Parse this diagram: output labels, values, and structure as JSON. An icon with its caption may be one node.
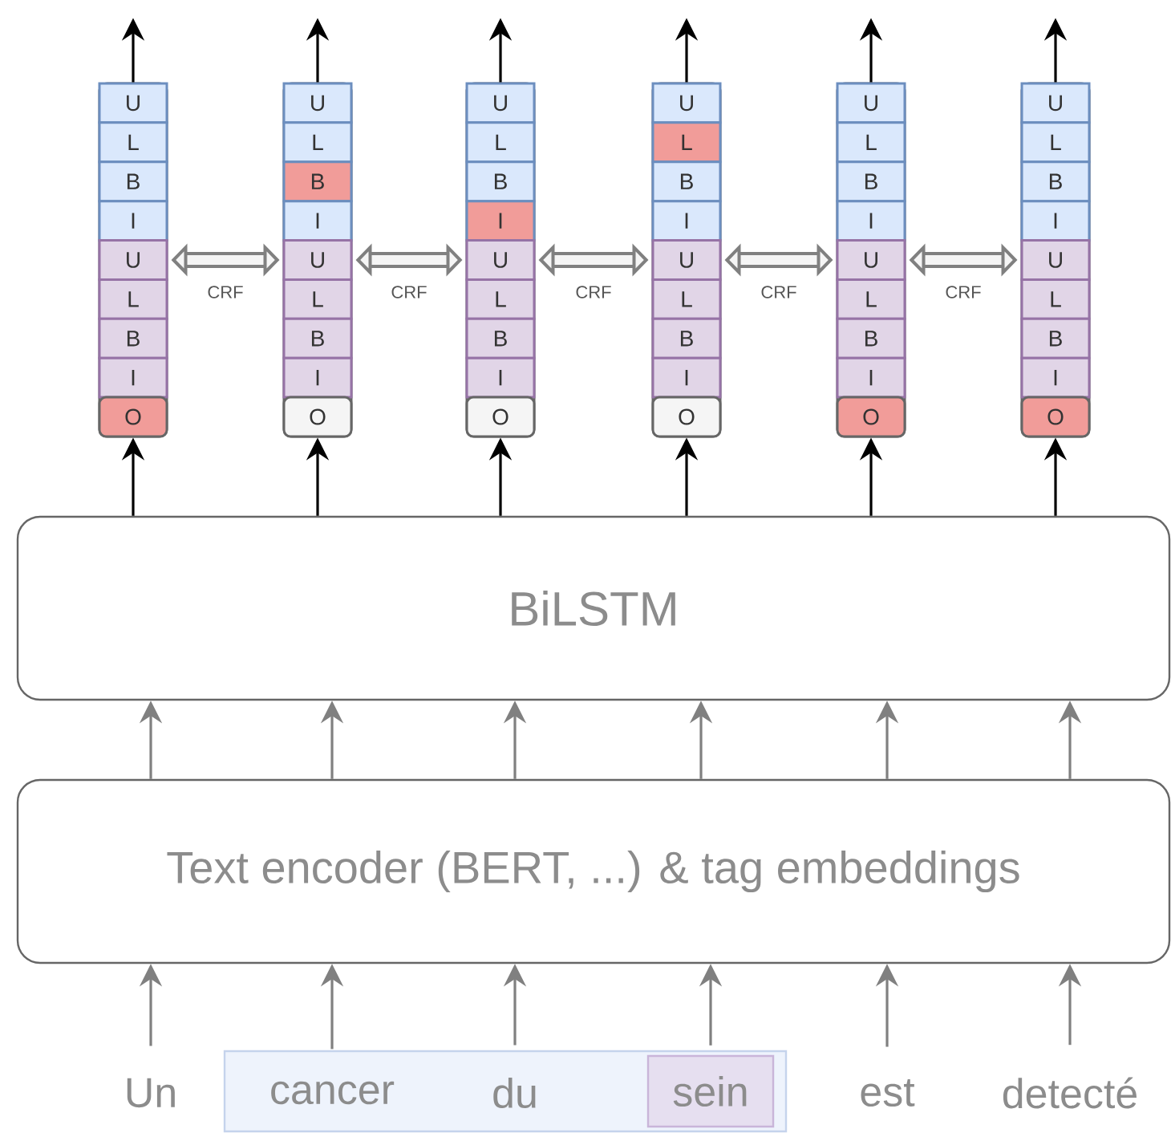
{
  "diagram": {
    "nodes": [
      {
        "text": [],
        "shape": "bar"
      },
      {
        "text": [
          "U"
        ],
        "in": 0
      },
      {
        "text": [
          "L"
        ],
        "in": 0
      },
      {
        "text": [
          "B"
        ],
        "in": 0
      },
      {
        "text": [
          "I"
        ],
        "in": 0
      },
      {
        "text": [
          "U"
        ],
        "in": 0
      },
      {
        "text": [
          "L"
        ],
        "in": 0
      },
      {
        "text": [
          "B"
        ],
        "in": 0
      },
      {
        "text": [
          "I"
        ],
        "in": 0
      },
      {
        "text": [
          "O"
        ],
        "in": 0
      },
      {
        "text": [],
        "shape": "bar"
      },
      {
        "text": [
          "U"
        ],
        "in": 10
      },
      {
        "text": [
          "L"
        ],
        "in": 10
      },
      {
        "text": [
          "B"
        ],
        "in": 10
      },
      {
        "text": [
          "I"
        ],
        "in": 10
      },
      {
        "text": [
          "U"
        ],
        "in": 10
      },
      {
        "text": [
          "L"
        ],
        "in": 10
      },
      {
        "text": [
          "B"
        ],
        "in": 10
      },
      {
        "text": [
          "I"
        ],
        "in": 10
      },
      {
        "text": [
          "O"
        ],
        "in": 10
      },
      {
        "text": [],
        "shape": "bar"
      },
      {
        "text": [
          "U"
        ],
        "in": 20
      },
      {
        "text": [
          "L"
        ],
        "in": 20
      },
      {
        "text": [
          "B"
        ],
        "in": 20
      },
      {
        "text": [
          "I"
        ],
        "in": 20
      },
      {
        "text": [
          "U"
        ],
        "in": 20
      },
      {
        "text": [
          "L"
        ],
        "in": 20
      },
      {
        "text": [
          "B"
        ],
        "in": 20
      },
      {
        "text": [
          "I"
        ],
        "in": 20
      },
      {
        "text": [
          "O"
        ],
        "in": 20
      },
      {
        "text": [],
        "shape": "bar"
      },
      {
        "text": [
          "U"
        ],
        "in": 30
      },
      {
        "text": [
          "L"
        ],
        "in": 30
      },
      {
        "text": [
          "B"
        ],
        "in": 30
      },
      {
        "text": [
          "I"
        ],
        "in": 30
      },
      {
        "text": [
          "U"
        ],
        "in": 30
      },
      {
        "text": [
          "L"
        ],
        "in": 30
      },
      {
        "text": [
          "B"
        ],
        "in": 30
      },
      {
        "text": [
          "I"
        ],
        "in": 30
      },
      {
        "text": [
          "O"
        ],
        "in": 30
      },
      {
        "text": [],
        "shape": "bar"
      },
      {
        "text": [
          "U"
        ],
        "in": 40
      },
      {
        "text": [
          "L"
        ],
        "in": 40
      },
      {
        "text": [
          "B"
        ],
        "in": 40
      },
      {
        "text": [
          "I"
        ],
        "in": 40
      },
      {
        "text": [
          "U"
        ],
        "in": 40
      },
      {
        "text": [
          "L"
        ],
        "in": 40
      },
      {
        "text": [
          "B"
        ],
        "in": 40
      },
      {
        "text": [
          "I"
        ],
        "in": 40
      },
      {
        "text": [
          "O"
        ],
        "in": 40
      },
      {
        "text": [],
        "shape": "bar"
      },
      {
        "text": [
          "U"
        ],
        "in": 50
      },
      {
        "text": [
          "L"
        ],
        "in": 50
      },
      {
        "text": [
          "B"
        ],
        "in": 50
      },
      {
        "text": [
          "I"
        ],
        "in": 50
      },
      {
        "text": [
          "U"
        ],
        "in": 50
      },
      {
        "text": [
          "L"
        ],
        "in": 50
      },
      {
        "text": [
          "B"
        ],
        "in": 50
      },
      {
        "text": [
          "I"
        ],
        "in": 50
      },
      {
        "text": [
          "O"
        ],
        "in": 50
      },
      {
        "text": [
          "BiLSTM"
        ]
      },
      {
        "text": [
          "Text encoder (BERT, ...) & tag embeddings"
        ]
      },
      {
        "text": [
          "Un"
        ]
      },
      {
        "text": [],
        "shape": "box"
      },
      {
        "text": [
          "cancer"
        ],
        "in": 63
      },
      {
        "text": [
          "du"
        ],
        "in": 63
      },
      {
        "text": [
          "sein"
        ],
        "in": 63
      },
      {
        "text": [
          "est"
        ]
      },
      {
        "text": [
          "detecté"
        ]
      }
    ],
    "edges": [
      {
        "from": 0,
        "to": null,
        "arrow": "to",
        "color": "#000000"
      },
      {
        "from": 10,
        "to": null,
        "arrow": "to",
        "color": "#000000"
      },
      {
        "from": 20,
        "to": null,
        "arrow": "to",
        "color": "#000000"
      },
      {
        "from": 30,
        "to": null,
        "arrow": "to",
        "color": "#000000"
      },
      {
        "from": 40,
        "to": null,
        "arrow": "to",
        "color": "#000000"
      },
      {
        "from": 50,
        "to": null,
        "arrow": "to",
        "color": "#000000"
      },
      {
        "from": 60,
        "to": 0,
        "arrow": "to",
        "color": "#000000"
      },
      {
        "from": 60,
        "to": 10,
        "arrow": "to",
        "color": "#000000"
      },
      {
        "from": 60,
        "to": 20,
        "arrow": "to",
        "color": "#000000"
      },
      {
        "from": 60,
        "to": 30,
        "arrow": "to",
        "color": "#000000"
      },
      {
        "from": 60,
        "to": 40,
        "arrow": "to",
        "color": "#000000"
      },
      {
        "from": 60,
        "to": 50,
        "arrow": "to",
        "color": "#000000"
      },
      {
        "from": 0,
        "to": 10,
        "arrow": "both",
        "label": "CRF",
        "style": "thick"
      },
      {
        "from": 10,
        "to": 20,
        "arrow": "both",
        "label": "CRF",
        "style": "thick"
      },
      {
        "from": 20,
        "to": 30,
        "arrow": "both",
        "label": "CRF",
        "style": "thick"
      },
      {
        "from": 30,
        "to": 40,
        "arrow": "both",
        "label": "CRF",
        "style": "thick"
      },
      {
        "from": 40,
        "to": 50,
        "arrow": "both",
        "label": "CRF",
        "style": "thick"
      },
      {
        "from": 61,
        "to": 60,
        "arrow": "to"
      },
      {
        "from": 61,
        "to": 60,
        "arrow": "to"
      },
      {
        "from": 61,
        "to": 60,
        "arrow": "to"
      },
      {
        "from": 61,
        "to": 60,
        "arrow": "to"
      },
      {
        "from": 61,
        "to": 60,
        "arrow": "to"
      },
      {
        "from": 61,
        "to": 60,
        "arrow": "to"
      },
      {
        "from": 62,
        "to": 61,
        "arrow": "to"
      },
      {
        "from": 64,
        "to": 61,
        "arrow": "to"
      },
      {
        "from": 65,
        "to": 61,
        "arrow": "to"
      },
      {
        "from": 66,
        "to": 61,
        "arrow": "to"
      },
      {
        "from": 67,
        "to": 61,
        "arrow": "to"
      },
      {
        "from": 68,
        "to": 61,
        "arrow": "to"
      }
    ]
  }
}
